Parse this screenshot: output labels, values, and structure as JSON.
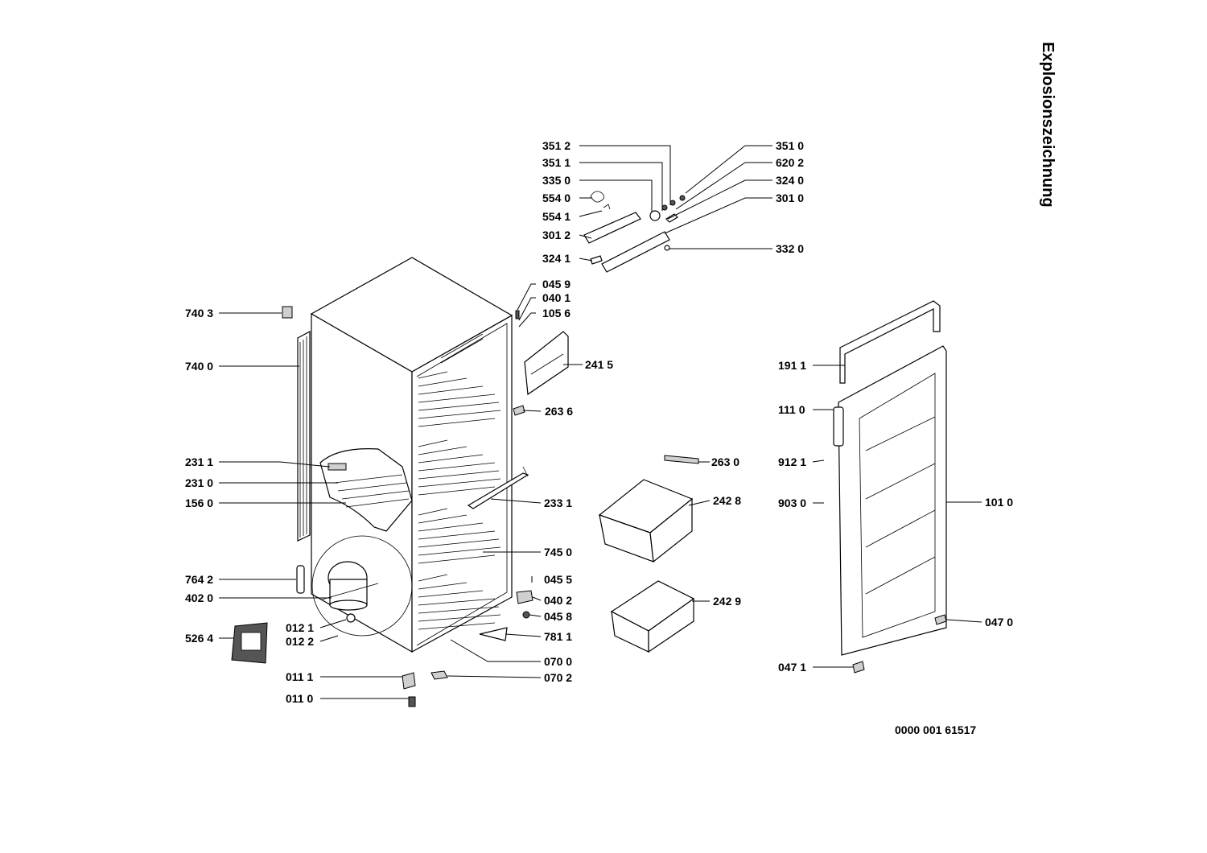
{
  "title": "Explosionszeichnung",
  "drawing_number": "0000 001 61517",
  "part_labels": [
    "351 2",
    "351 1",
    "335 0",
    "554 0",
    "554 1",
    "301 2",
    "324 1",
    "351 0",
    "620 2",
    "324 0",
    "301 0",
    "332 0",
    "045 9",
    "040 1",
    "105 6",
    "241 5",
    "263 6",
    "740 3",
    "740 0",
    "231 1",
    "231 0",
    "156 0",
    "764 2",
    "402 0",
    "012 1",
    "012 2",
    "526 4",
    "011 1",
    "011 0",
    "070 2",
    "070 0",
    "781 1",
    "045 5",
    "040 2",
    "045 8",
    "745 0",
    "233 1",
    "263 0",
    "242 8",
    "242 9",
    "191 1",
    "111 0",
    "912 1",
    "903 0",
    "101 0",
    "047 0",
    "047 1"
  ]
}
